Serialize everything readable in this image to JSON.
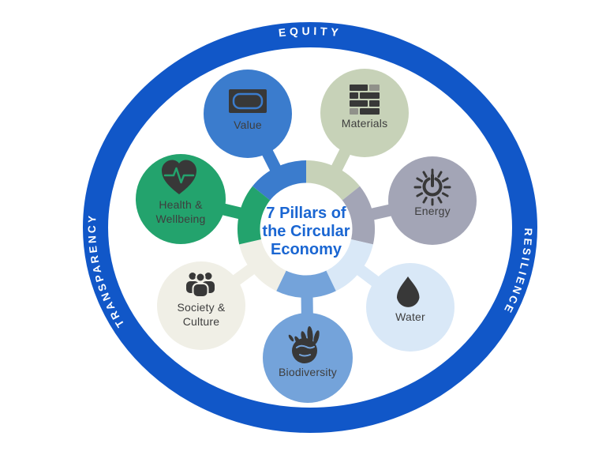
{
  "page": {
    "background": "#ffffff"
  },
  "ring": {
    "color": "#1157c8",
    "text_color": "#ffffff",
    "labels": {
      "top": "EQUITY",
      "right": "RESILIENCE",
      "left": "TRANSPARENCY"
    }
  },
  "center": {
    "title_line1": "7 Pillars of",
    "title_line2": "the Circular",
    "title_line3": "Economy",
    "title_color": "#1a66d2",
    "background": "#ffffff"
  },
  "colors": {
    "label": "#3e3e3e",
    "icon": "#383838",
    "brick_light": "#90918a"
  },
  "pillars": [
    {
      "name": "Value",
      "label_line1": "Value",
      "label_line2": "",
      "color": "#3b7ccd",
      "icon": "gold-bar-icon"
    },
    {
      "name": "Materials",
      "label_line1": "Materials",
      "label_line2": "",
      "color": "#c7d2b8",
      "icon": "brick-wall-icon"
    },
    {
      "name": "Energy",
      "label_line1": "Energy",
      "label_line2": "",
      "color": "#a3a5b6",
      "icon": "power-button-rays-icon"
    },
    {
      "name": "Water",
      "label_line1": "Water",
      "label_line2": "",
      "color": "#d9e8f7",
      "icon": "water-drop-icon"
    },
    {
      "name": "Biodiversity",
      "label_line1": "Biodiversity",
      "label_line2": "",
      "color": "#74a3da",
      "icon": "earth-plants-icon"
    },
    {
      "name": "Society & Culture",
      "label_line1": "Society &",
      "label_line2": "Culture",
      "color": "#f0efe6",
      "icon": "people-group-icon"
    },
    {
      "name": "Health & Wellbeing",
      "label_line1": "Health &",
      "label_line2": "Wellbeing",
      "color": "#23a36d",
      "icon": "heart-pulse-icon"
    }
  ]
}
